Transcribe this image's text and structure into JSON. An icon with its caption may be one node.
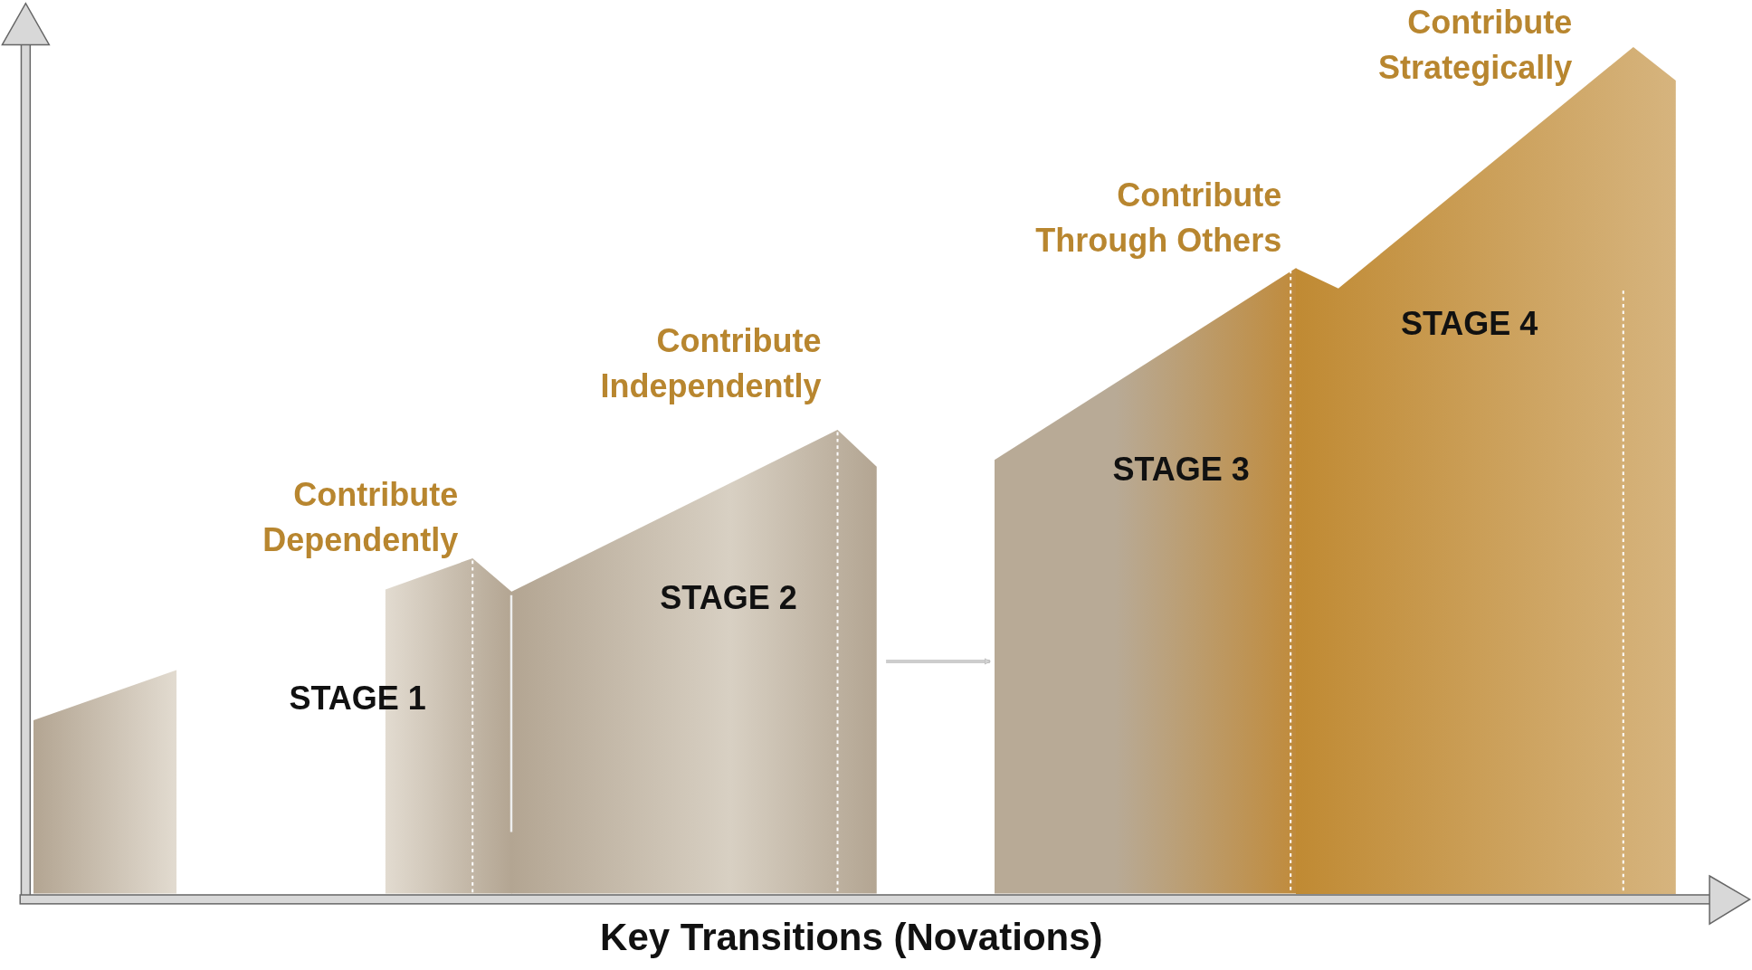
{
  "diagram": {
    "nodes": [
      {
        "text": [
          "STAGE 1"
        ],
        "beside": [
          "Contribute Dependently"
        ]
      },
      {
        "text": [
          "STAGE 2"
        ],
        "beside": [
          "Contribute Independently"
        ]
      },
      {
        "text": [
          "STAGE 3"
        ],
        "beside": [
          "Contribute Through Others"
        ]
      },
      {
        "text": [
          "STAGE 4"
        ],
        "beside": [
          "Contribute Strategically"
        ]
      }
    ],
    "edges": [
      {
        "from": 1,
        "to": 2,
        "arrow": "to"
      }
    ],
    "labels": [
      "Key Transitions (Novations)"
    ]
  }
}
